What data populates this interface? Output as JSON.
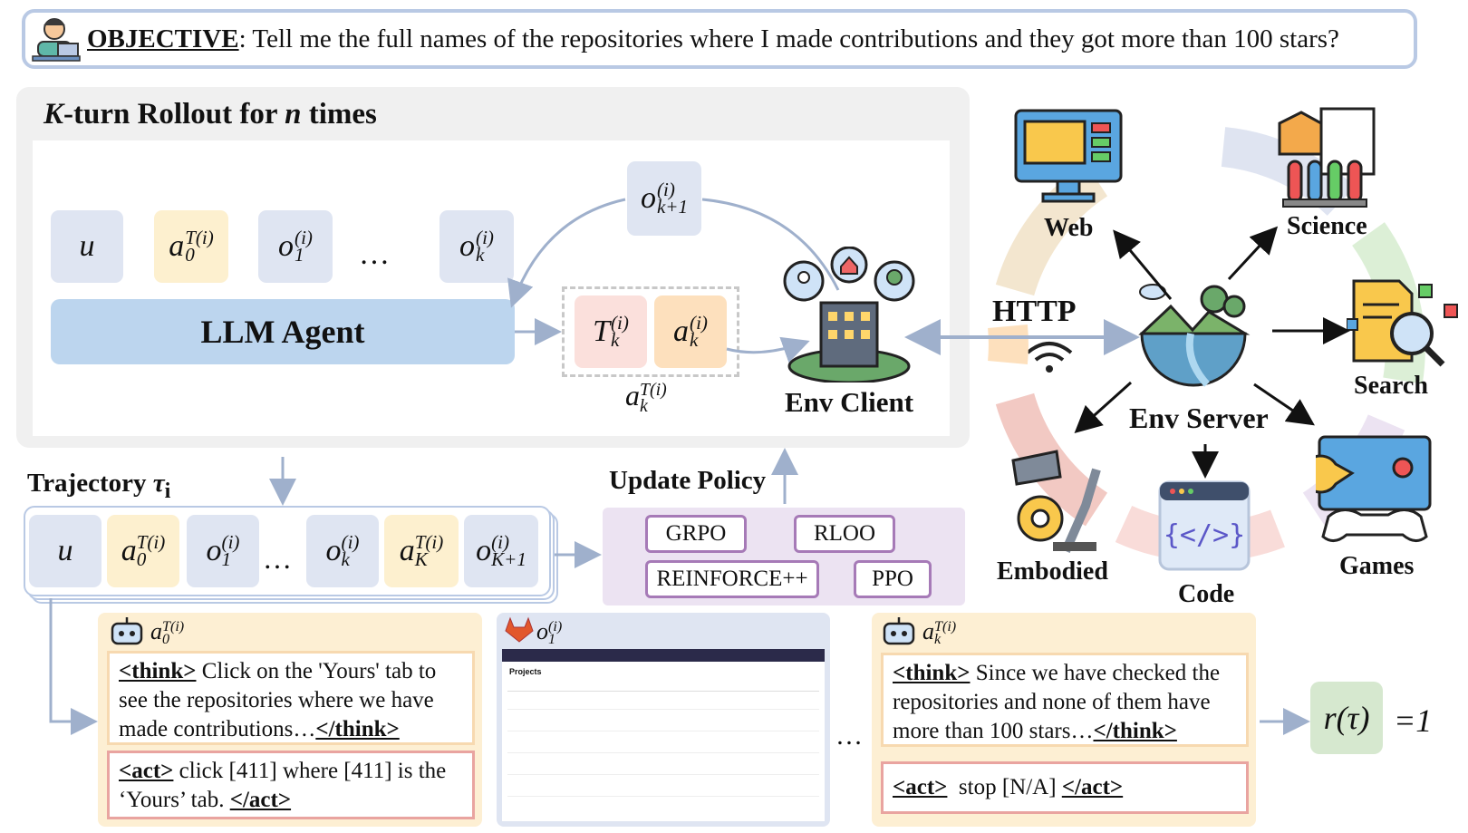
{
  "objective": {
    "keyword": "OBJECTIVE",
    "text": ": Tell me the full names of the repositories where I made contributions and they got more than 100 stars?"
  },
  "rollout": {
    "title_k": "K",
    "title_mid": "-turn Rollout for ",
    "title_n": "n",
    "title_end": " times",
    "agent_label": "LLM Agent",
    "env_client_label": "Env Client",
    "http_label": "HTTP",
    "ellipsis": "…"
  },
  "trajectory": {
    "title": "Trajectory ",
    "title_symbol": "τ",
    "title_sub": "i",
    "ellipsis": "…"
  },
  "policy": {
    "title": "Update Policy",
    "algorithms": [
      "GRPO",
      "RLOO",
      "REINFORCE++",
      "PPO"
    ]
  },
  "env_server": {
    "label": "Env Server",
    "domains": [
      "Web",
      "Science",
      "Search",
      "Games",
      "Code",
      "Embodied"
    ]
  },
  "examples": {
    "action0": {
      "think_open": "<think>",
      "think_text": " Click on the 'Yours' tab to see the repositories where we have made contributions…",
      "think_close": "</think>",
      "act_open": "<act>",
      "act_text": " click [411] where [411] is the ‘Yours’ tab. ",
      "act_close": "</act>"
    },
    "observation1": {
      "heading": "Projects"
    },
    "middle_ellipsis": "…",
    "actionk": {
      "think_open": "<think>",
      "think_text": " Since we have checked the repositories and none of them have more than 100 stars…",
      "think_close": "</think>",
      "act_open": "<act>",
      "act_text": "  stop [N/A] ",
      "act_close": "</act>"
    }
  },
  "reward": {
    "symbol": "r(τ)",
    "equals": "=1"
  },
  "colors": {
    "blue_token": "#dfe5f2",
    "yellow_token": "#fdf0cf",
    "agent": "#bcd5ee",
    "policy_bg": "#ece3f2",
    "algo_border": "#a67ab7",
    "reward_bg": "#d6e8cf",
    "arrow": "#9fb0cc"
  }
}
